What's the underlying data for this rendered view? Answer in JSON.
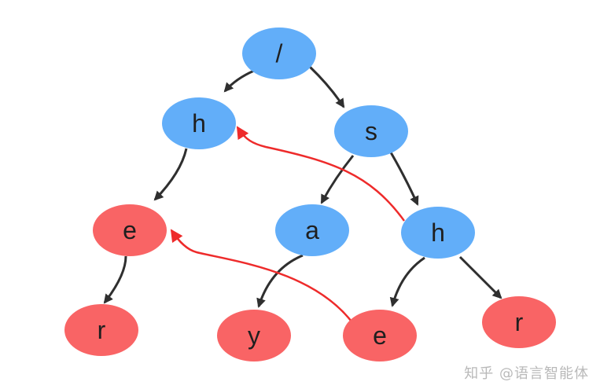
{
  "colors": {
    "internal_node": "#62aef9",
    "terminal_node": "#f96465",
    "tree_edge": "#2f2f2f",
    "fail_link": "#ee2b2b"
  },
  "nodes": [
    {
      "id": "root",
      "label": "/",
      "kind": "internal"
    },
    {
      "id": "h1",
      "label": "h",
      "kind": "internal"
    },
    {
      "id": "s",
      "label": "s",
      "kind": "internal"
    },
    {
      "id": "e1",
      "label": "e",
      "kind": "terminal"
    },
    {
      "id": "a",
      "label": "a",
      "kind": "internal"
    },
    {
      "id": "h2",
      "label": "h",
      "kind": "internal"
    },
    {
      "id": "r1",
      "label": "r",
      "kind": "terminal"
    },
    {
      "id": "y",
      "label": "y",
      "kind": "terminal"
    },
    {
      "id": "e2",
      "label": "e",
      "kind": "terminal"
    },
    {
      "id": "r2",
      "label": "r",
      "kind": "terminal"
    }
  ],
  "tree_edges": [
    {
      "from": "root",
      "to": "h1"
    },
    {
      "from": "root",
      "to": "s"
    },
    {
      "from": "h1",
      "to": "e1"
    },
    {
      "from": "s",
      "to": "a"
    },
    {
      "from": "s",
      "to": "h2"
    },
    {
      "from": "e1",
      "to": "r1"
    },
    {
      "from": "a",
      "to": "y"
    },
    {
      "from": "h2",
      "to": "e2"
    },
    {
      "from": "h2",
      "to": "r2"
    }
  ],
  "fail_links": [
    {
      "from": "h2",
      "to": "h1"
    },
    {
      "from": "e2",
      "to": "e1"
    }
  ],
  "watermark": "知乎 @语言智能体"
}
